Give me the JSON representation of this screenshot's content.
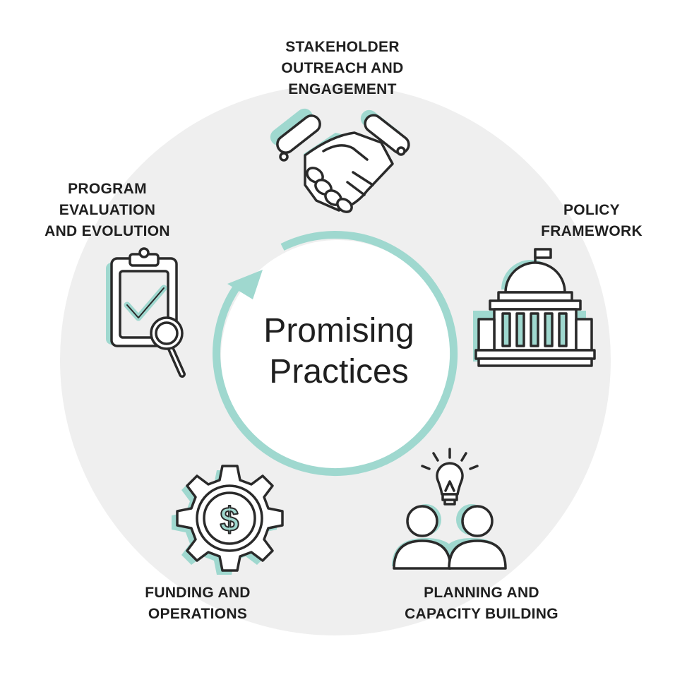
{
  "center": {
    "line1": "Promising",
    "line2": "Practices"
  },
  "segments": [
    {
      "lines": [
        "STAKEHOLDER",
        "OUTREACH AND",
        "ENGAGEMENT"
      ],
      "icon": "handshake-icon"
    },
    {
      "lines": [
        "POLICY",
        "FRAMEWORK"
      ],
      "icon": "capitol-building-icon"
    },
    {
      "lines": [
        "PLANNING AND",
        "CAPACITY BUILDING"
      ],
      "icon": "team-lightbulb-icon"
    },
    {
      "lines": [
        "FUNDING AND",
        "OPERATIONS"
      ],
      "icon": "gear-dollar-icon"
    },
    {
      "lines": [
        "PROGRAM",
        "EVALUATION",
        "AND EVOLUTION"
      ],
      "icon": "clipboard-magnifier-icon"
    }
  ],
  "colors": {
    "accent": "#9fd8cf",
    "ring_background": "#efefef",
    "inner_circle": "#ffffff",
    "outline": "#2a2a2a",
    "text": "#1f1f1f"
  }
}
